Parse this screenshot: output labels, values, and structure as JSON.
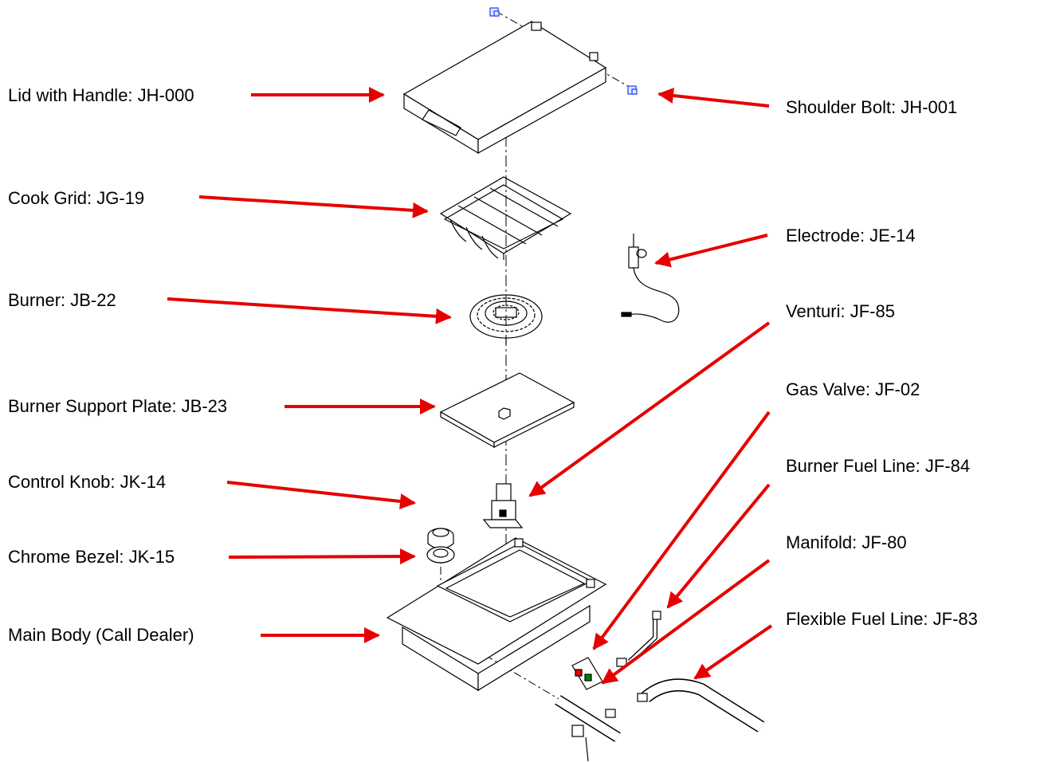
{
  "colors": {
    "arrow": "#e60000",
    "line": "#000000",
    "bolt": "#1a3cff"
  },
  "labels": {
    "lid": "Lid with Handle: JH-000",
    "shoulder_bolt": "Shoulder Bolt: JH-001",
    "cook_grid": "Cook Grid: JG-19",
    "electrode": "Electrode: JE-14",
    "burner": "Burner: JB-22",
    "venturi": "Venturi: JF-85",
    "support_plate": "Burner Support Plate: JB-23",
    "gas_valve": "Gas Valve: JF-02",
    "control_knob": "Control Knob: JK-14",
    "burner_fuel_line": "Burner Fuel Line: JF-84",
    "chrome_bezel": "Chrome Bezel: JK-15",
    "manifold": "Manifold: JF-80",
    "main_body": "Main Body (Call Dealer)",
    "flexible_fuel_line": "Flexible Fuel Line: JF-83"
  }
}
